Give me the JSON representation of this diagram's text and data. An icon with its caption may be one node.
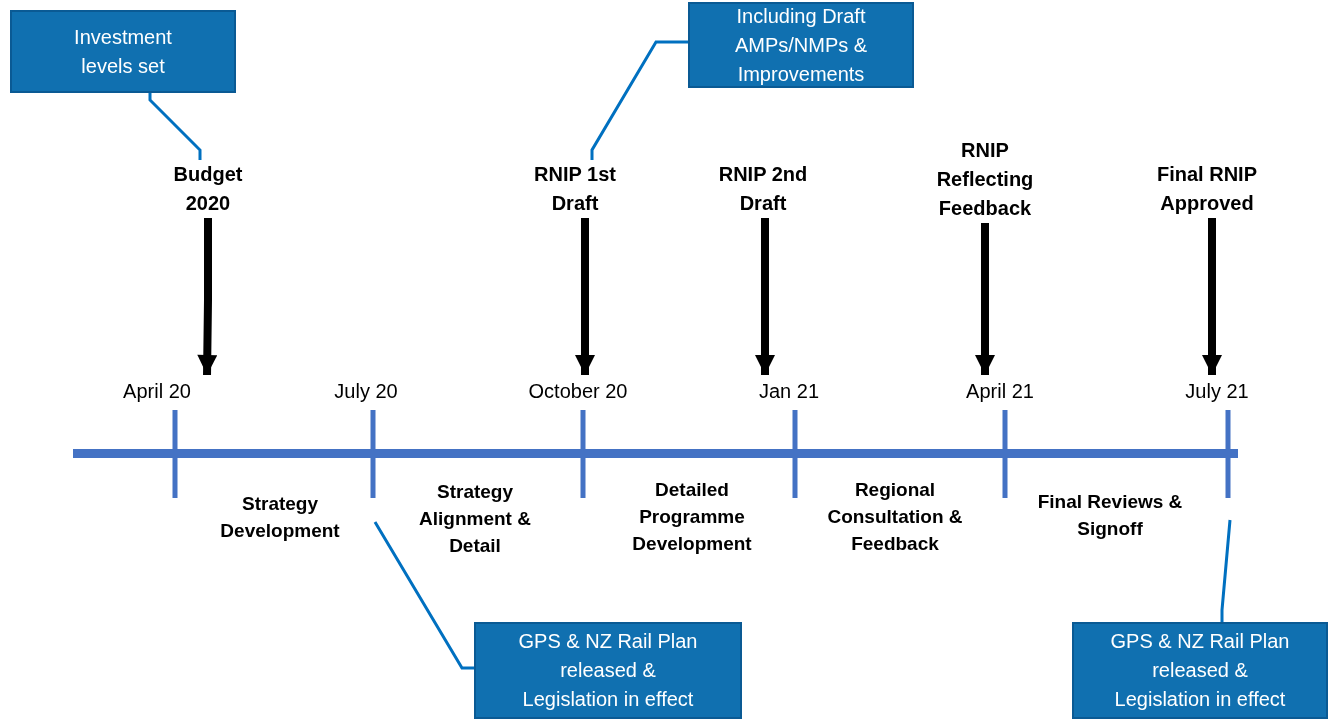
{
  "diagram": {
    "nodes": [
      {
        "text": [
          "Investment levels set"
        ]
      },
      {
        "text": [
          "Budget 2020"
        ]
      },
      {
        "text": [
          "Including Draft AMPs/NMPs & Improvements"
        ]
      },
      {
        "text": [
          "RNIP 1st Draft"
        ]
      },
      {
        "text": [
          "RNIP 2nd Draft"
        ]
      },
      {
        "text": [
          "RNIP Reflecting Feedback"
        ]
      },
      {
        "text": [
          "Final RNIP Approved"
        ]
      },
      {
        "text": [
          "April 20"
        ]
      },
      {
        "text": [
          "July 20"
        ]
      },
      {
        "text": [
          "October 20"
        ]
      },
      {
        "text": [
          "Jan 21"
        ]
      },
      {
        "text": [
          "April 21"
        ]
      },
      {
        "text": [
          "July 21"
        ]
      },
      {
        "text": [
          "GPS & NZ Rail Plan released & Legislation in effect"
        ]
      },
      {
        "text": [
          "GPS & NZ Rail Plan released & Legislation in effect"
        ]
      }
    ],
    "edges": [
      {
        "from": 0,
        "to": 1,
        "arrow": "none",
        "color": "#0070c0"
      },
      {
        "from": 2,
        "to": 3,
        "arrow": "none",
        "color": "#0070c0"
      },
      {
        "from": 1,
        "to": 7,
        "arrow": "to"
      },
      {
        "from": 3,
        "to": 9,
        "arrow": "to"
      },
      {
        "from": 4,
        "to": 10,
        "arrow": "to"
      },
      {
        "from": 5,
        "to": 11,
        "arrow": "to"
      },
      {
        "from": 6,
        "to": 12,
        "arrow": "to"
      },
      {
        "from": 13,
        "to": null,
        "arrow": "none",
        "color": "#0070c0"
      },
      {
        "from": 14,
        "to": null,
        "arrow": "none",
        "color": "#0070c0"
      }
    ],
    "labels": [
      "Strategy Development",
      "Strategy Alignment & Detail",
      "Detailed Programme Development",
      "Regional Consultation & Feedback",
      "Final Reviews & Signoff"
    ]
  }
}
